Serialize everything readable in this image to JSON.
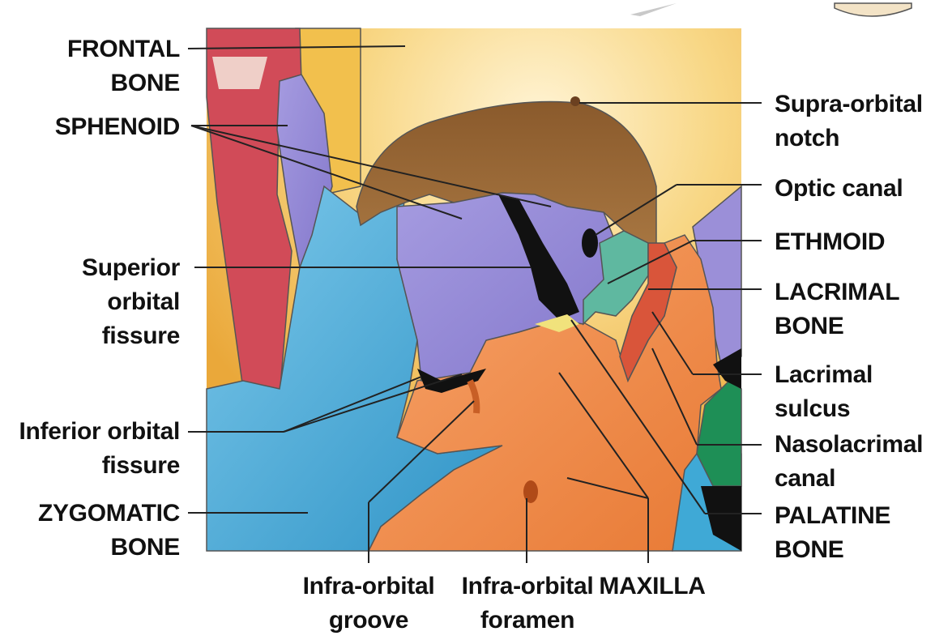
{
  "figure": {
    "labels": {
      "frontal_bone": [
        "FRONTAL",
        "BONE"
      ],
      "sphenoid": [
        "SPHENOID"
      ],
      "superior_orbital_fissure": [
        "Superior",
        "orbital",
        "fissure"
      ],
      "inferior_orbital_fissure": [
        "Inferior orbital",
        "fissure"
      ],
      "zygomatic_bone": [
        "ZYGOMATIC",
        "BONE"
      ],
      "supra_orbital_notch": [
        "Supra-orbital",
        "notch"
      ],
      "optic_canal": [
        "Optic canal"
      ],
      "ethmoid": [
        "ETHMOID"
      ],
      "lacrimal_bone": [
        "LACRIMAL",
        "BONE"
      ],
      "lacrimal_sulcus": [
        "Lacrimal",
        "sulcus"
      ],
      "nasolacrimal_canal": [
        "Nasolacrimal",
        "canal"
      ],
      "palatine_bone": [
        "PALATINE",
        "BONE"
      ],
      "infra_orbital_groove": [
        "Infra-orbital",
        "groove"
      ],
      "infra_orbital_foramen": [
        "Infra-orbital",
        "foramen"
      ],
      "maxilla": [
        "MAXILLA"
      ]
    },
    "colors": {
      "frontal": "#f6c457",
      "sphenoid": "#9b8fd8",
      "zygomatic": "#3fa9d6",
      "maxilla": "#f08a45",
      "ethmoid": "#5fb8a0",
      "lacrimal": "#d9553a",
      "palatine": "#1e8f56",
      "roof": "#9b6a35",
      "fissure": "#111111"
    }
  }
}
